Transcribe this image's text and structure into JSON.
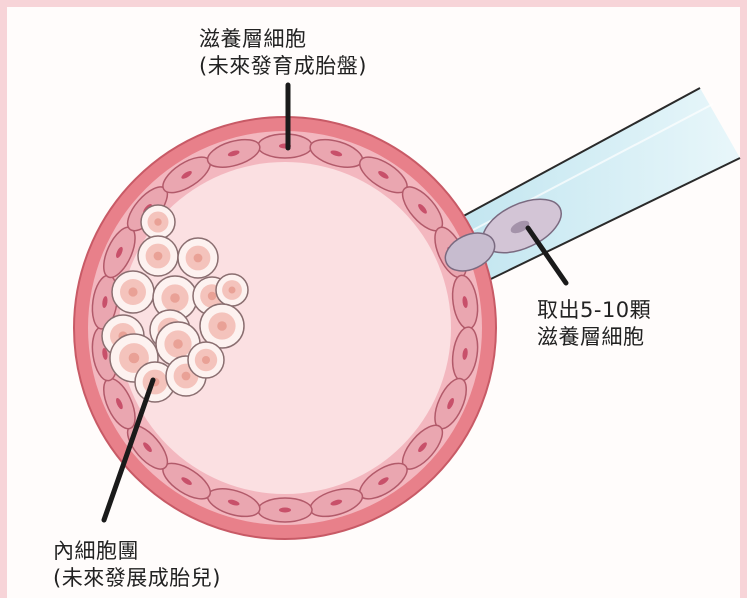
{
  "labels": {
    "trophectoderm": {
      "line1": "滋養層細胞",
      "line2": "(未來發育成胎盤)"
    },
    "biopsy": {
      "line1": "取出5-10顆",
      "line2": "滋養層細胞"
    },
    "inner_cell_mass": {
      "line1": "內細胞團",
      "line2": "(未來發展成胎兒)"
    }
  },
  "colors": {
    "background_border": "#f7d4d8",
    "panel": "#fffcfb",
    "embryo_outer_ring": "#e8808a",
    "cavity": "#fbe0e2",
    "trophectoderm_cell": "#eaa6b0",
    "cell_nucleus": "#c8506a",
    "inner_cell": "#f6c9c3",
    "pipette": "#c9e9f2",
    "leader_line": "#1a1a1a"
  }
}
